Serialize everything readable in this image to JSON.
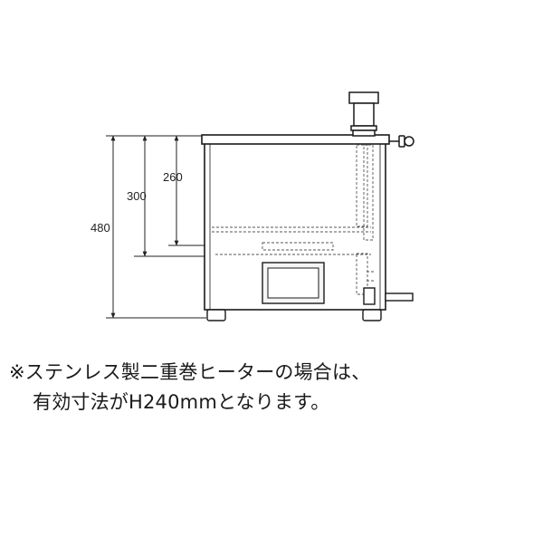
{
  "dimensions": {
    "d480": "480",
    "d300": "300",
    "d260": "260"
  },
  "caption": {
    "line1": "※ステンレス製二重巻ヒーターの場合は、",
    "line2": "有効寸法がH240mmとなります。"
  },
  "colors": {
    "line": "#1a1a1a",
    "fill": "#ffffff",
    "dashed": "#555555",
    "window": "#f4f4f4"
  }
}
